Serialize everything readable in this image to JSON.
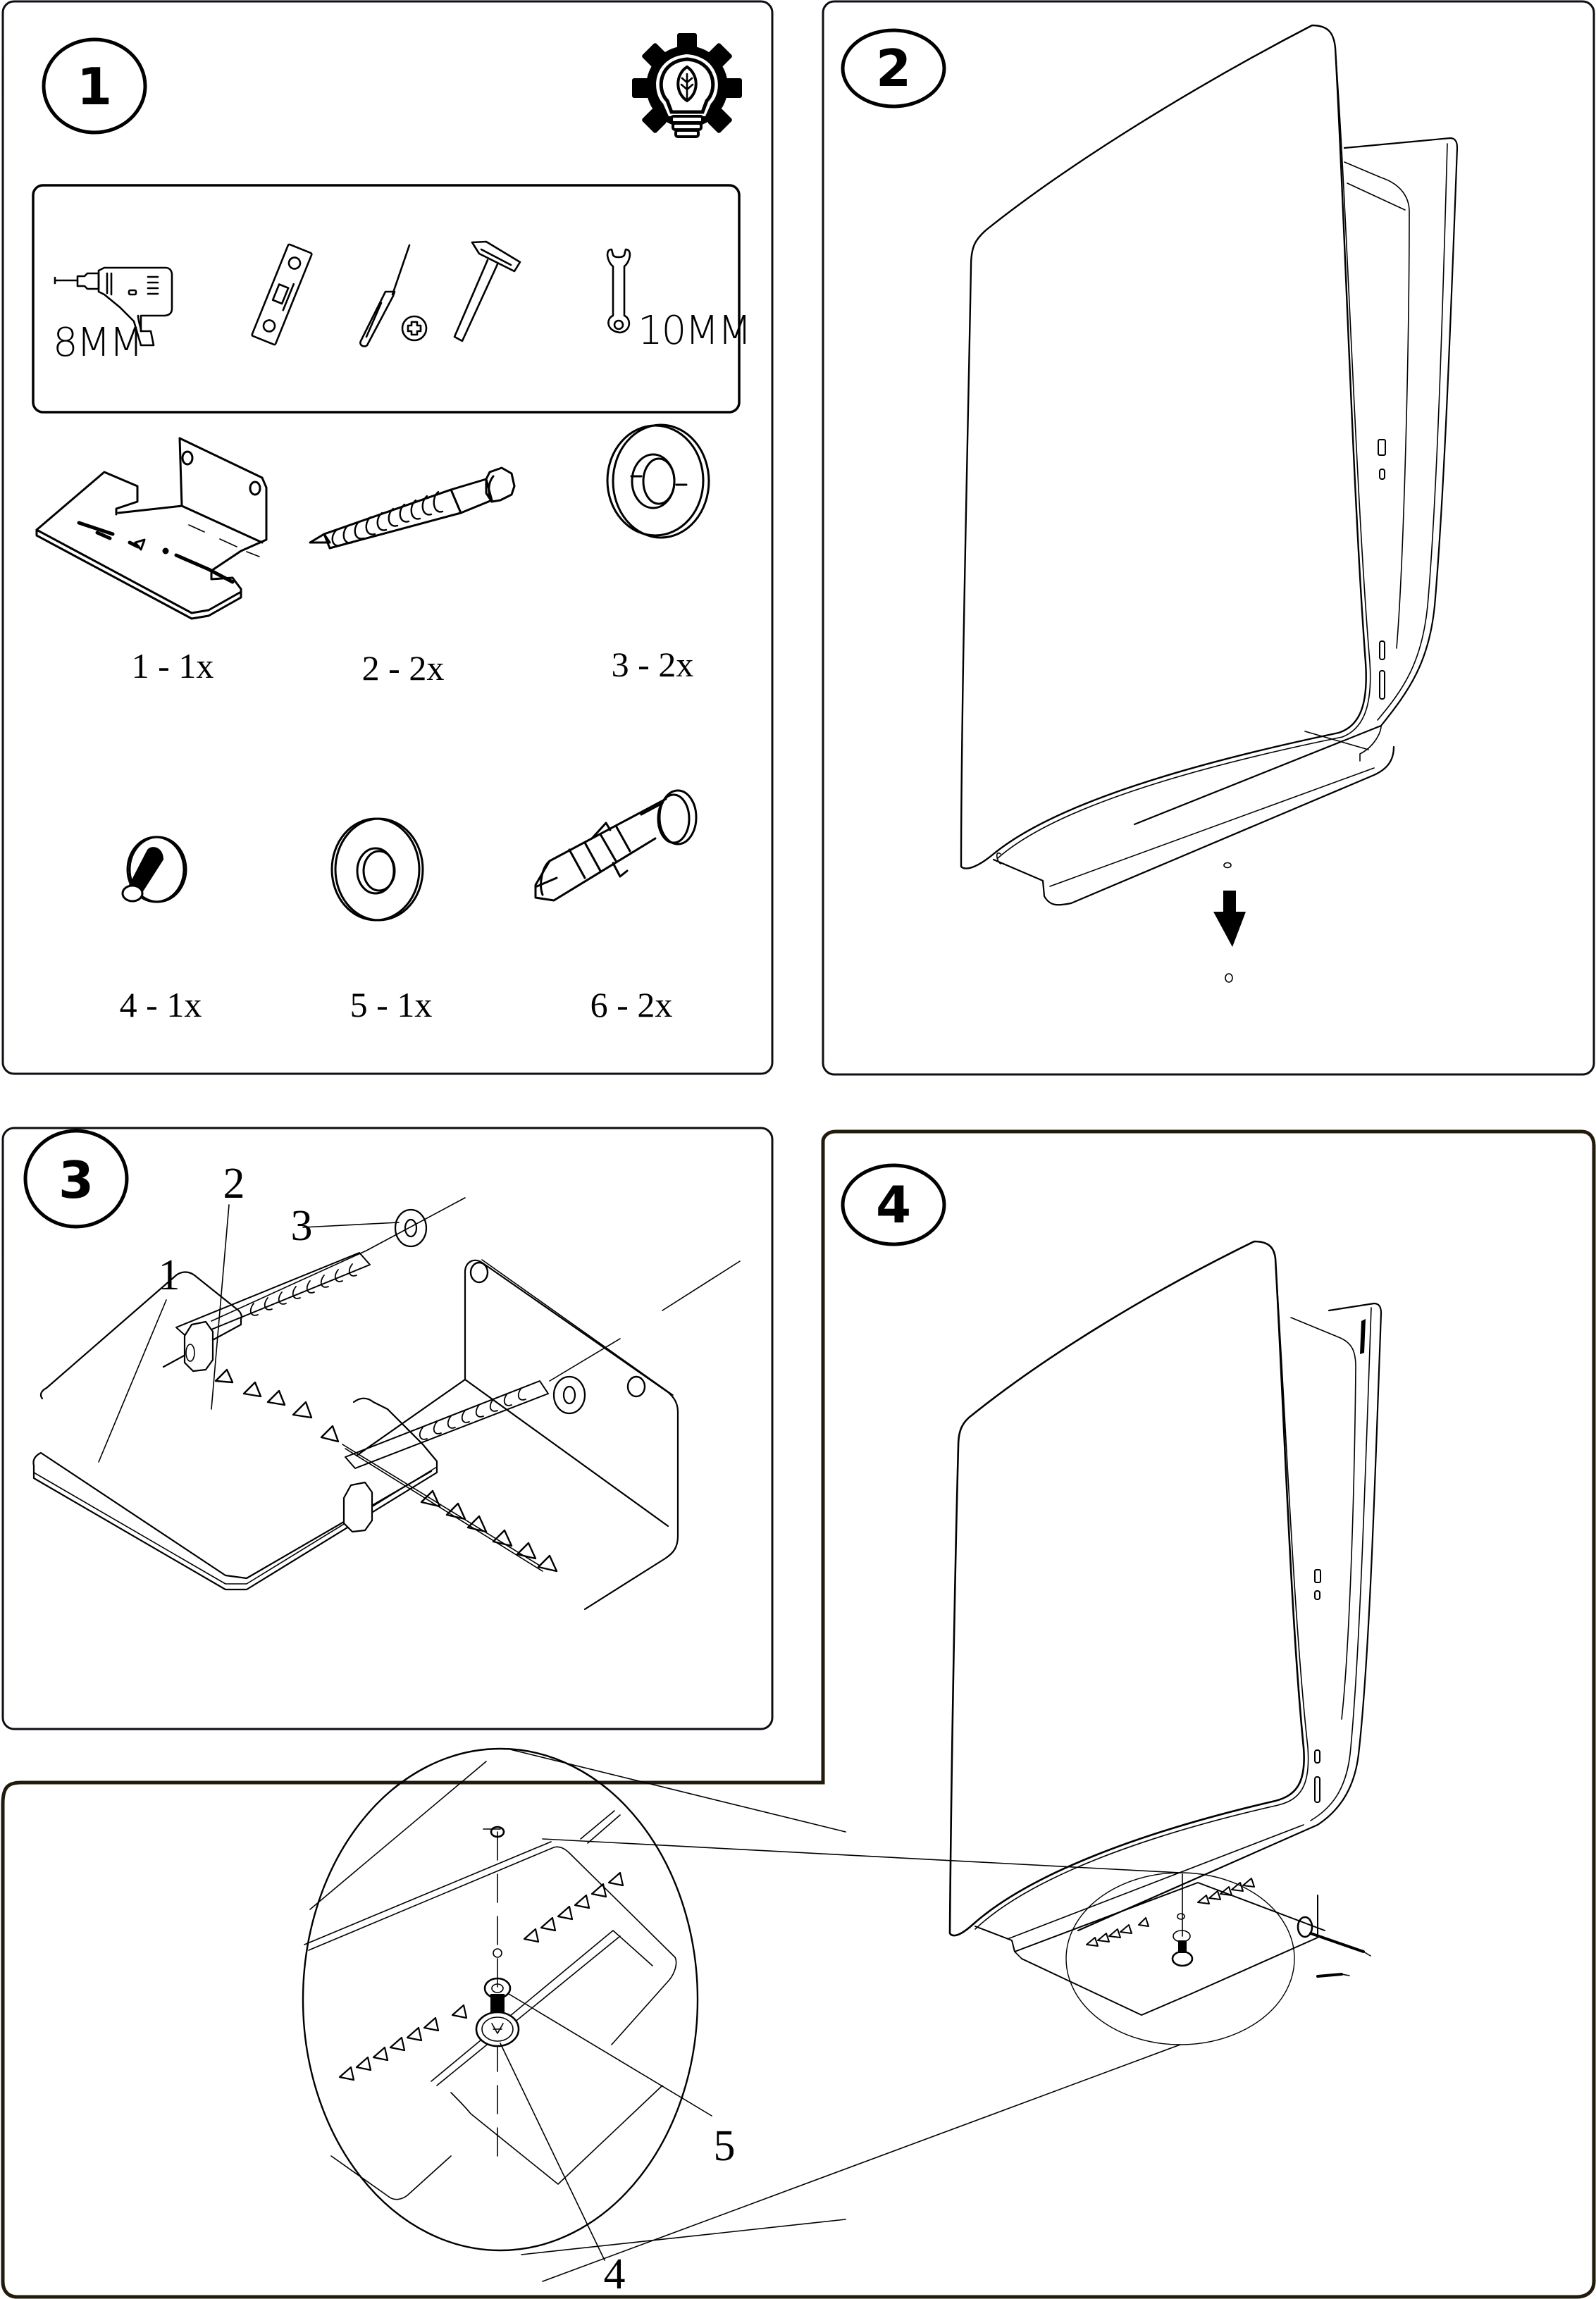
{
  "document": {
    "type": "assembly instructions",
    "colors": {
      "ink": "#000000",
      "frame": "#0d0d14",
      "frame_step4": "#221a0b",
      "background": "#ffffff"
    }
  },
  "steps": [
    {
      "number": "1",
      "badge_icon": "eco-lightbulb-gear-icon",
      "tools": [
        {
          "icon": "drill-icon",
          "label": "8MM"
        },
        {
          "icon": "spirit-level-icon",
          "label": ""
        },
        {
          "icon": "phillips-screwdriver-icon",
          "label": ""
        },
        {
          "icon": "hammer-icon",
          "label": ""
        },
        {
          "icon": "wrench-icon",
          "label": "10MM"
        }
      ],
      "parts": [
        {
          "id": "1",
          "icon": "bracket-icon",
          "label": "1 - 1x"
        },
        {
          "id": "2",
          "icon": "lag-screw-icon",
          "label": "2 - 2x"
        },
        {
          "id": "3",
          "icon": "thick-washer-icon",
          "label": "3 - 2x"
        },
        {
          "id": "4",
          "icon": "thumb-screw-icon",
          "label": "4 - 1x"
        },
        {
          "id": "5",
          "icon": "flat-washer-icon",
          "label": "5 - 1x"
        },
        {
          "id": "6",
          "icon": "wall-anchor-icon",
          "label": "6 - 2x"
        }
      ]
    },
    {
      "number": "2",
      "illustration": "console-remove-stand-arrow-down"
    },
    {
      "number": "3",
      "illustration": "bracket-screw-assembly",
      "callouts": [
        "1",
        "2",
        "3"
      ]
    },
    {
      "number": "4",
      "illustration": "console-mounted-on-bracket",
      "detail_callouts": [
        "5",
        "4"
      ]
    }
  ]
}
